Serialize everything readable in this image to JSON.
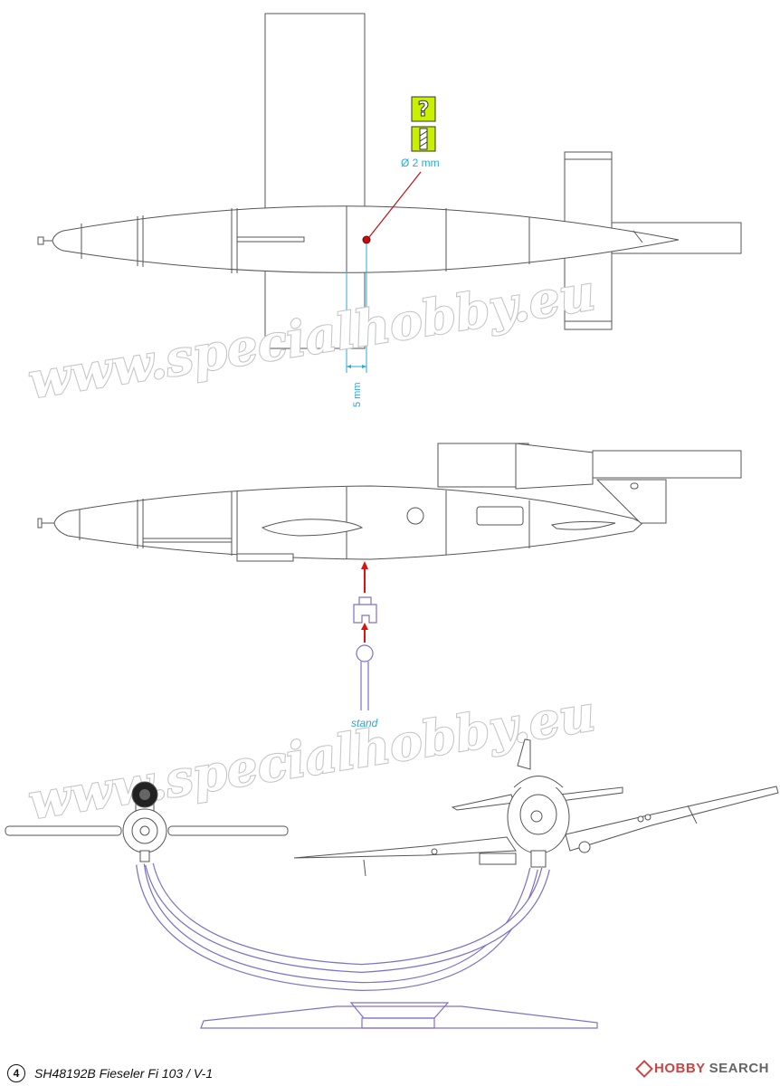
{
  "callouts": {
    "drill_diameter": "Ø 2 mm",
    "offset": "5 mm",
    "stand_label": "stand",
    "unknown_symbol": "?"
  },
  "watermark": {
    "text_1": "www.specialhobby.eu",
    "text_2": "www.specialhobby.eu"
  },
  "footer": {
    "step_number": "4",
    "kit_title": "SH48192B  Fieseler Fi 103 / V-1"
  },
  "brand": {
    "name": "HOBBY",
    "suffix": "SEARCH"
  },
  "colors": {
    "line": "#555555",
    "dimension": "#29a8d8",
    "arrow": "#dd1111",
    "stand": "#8070c8",
    "icon_yellow": "#c8f000",
    "watermark": "#c6c6c6"
  }
}
